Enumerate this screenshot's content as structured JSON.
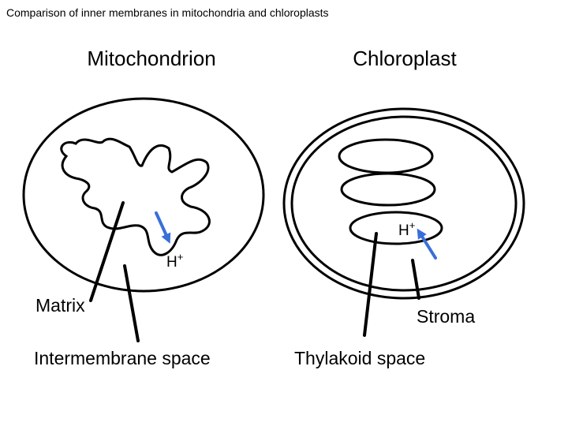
{
  "title": "Comparison of inner membranes in mitochondria and chloroplasts",
  "mitochondrion": {
    "heading": "Mitochondrion",
    "ion": "H",
    "ion_charge": "+",
    "labels": {
      "matrix": "Matrix",
      "intermembrane_space": "Intermembrane space"
    }
  },
  "chloroplast": {
    "heading": "Chloroplast",
    "ion": "H",
    "ion_charge": "+",
    "labels": {
      "stroma": "Stroma",
      "thylakoid_space": "Thylakoid space"
    }
  },
  "colors": {
    "arrow": "#3a6fd8",
    "outline": "#000000"
  }
}
